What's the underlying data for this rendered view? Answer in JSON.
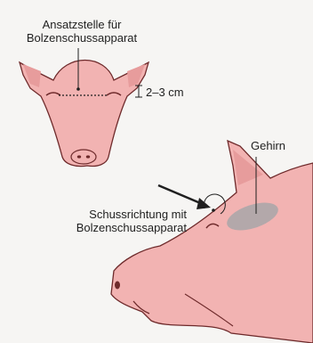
{
  "labels": {
    "shot_site": [
      "Ansatzstelle für",
      "Bolzenschussapparat"
    ],
    "measurement": "2–3 cm",
    "shot_direction": [
      "Schussrichtung mit",
      "Bolzenschussapparat"
    ],
    "brain": "Gehirn"
  },
  "colors": {
    "background": "#f6f5f3",
    "skin": "#f2b3b2",
    "skin_shade": "#e79c9c",
    "outline": "#6e2a2b",
    "line": "#1f1f1f",
    "brain": "#a8a6a8"
  }
}
